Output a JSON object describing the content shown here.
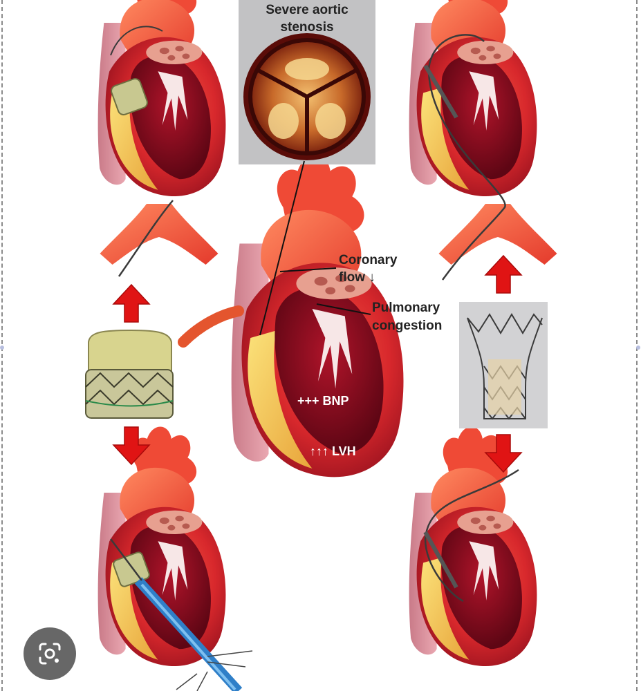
{
  "labels": {
    "stenosis_title_line1": "Severe aortic",
    "stenosis_title_line2": "stenosis",
    "coronary_line1": "Coronary",
    "coronary_line2": "flow ↓",
    "pulmonary_line1": "Pulmonary",
    "pulmonary_line2": "congestion",
    "bnp": "+++ BNP",
    "lvh": "↑↑↑ LVH"
  },
  "overlay": {
    "lens_button_icon": "google-lens-icon"
  },
  "colors": {
    "heart_red": "#d8282c",
    "heart_dark": "#7a0a18",
    "aorta": "#f05a40",
    "tissue_pink": "#e0909c",
    "fat_yellow": "#f2c84a",
    "arrow_red": "#e01414",
    "panel_gray": "#c2c2c4"
  }
}
